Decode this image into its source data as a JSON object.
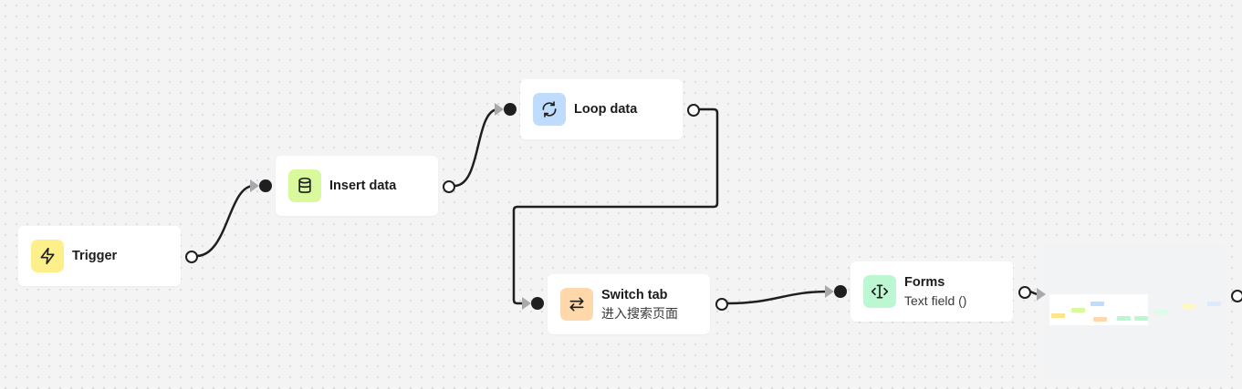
{
  "canvas": {
    "nodes": {
      "trigger": {
        "title": "Trigger",
        "icon": "lightning-icon",
        "icon_bg": "#fdf08a"
      },
      "insert_data": {
        "title": "Insert data",
        "icon": "database-icon",
        "icon_bg": "#d9f99d"
      },
      "loop_data": {
        "title": "Loop data",
        "icon": "refresh-icon",
        "icon_bg": "#bfdbfe"
      },
      "switch_tab": {
        "title": "Switch tab",
        "subtitle": "进入搜索页面",
        "icon": "swap-arrows-icon",
        "icon_bg": "#fed7aa"
      },
      "forms": {
        "title": "Forms",
        "subtitle": "Text field ()",
        "icon": "text-cursor-icon",
        "icon_bg": "#bbf7d0"
      }
    },
    "ghost_node": {
      "bar_colors": [
        "#fde68a",
        "#d9f99d",
        "#bfdbfe",
        "#fed7aa",
        "#bbf7d0",
        "#dcfce7",
        "#fef9c3",
        "#dbeafe"
      ]
    },
    "colors": {
      "edge": "#1f1f1f",
      "arrow": "#a9a9ad",
      "canvas_bg": "#f4f4f5"
    }
  }
}
